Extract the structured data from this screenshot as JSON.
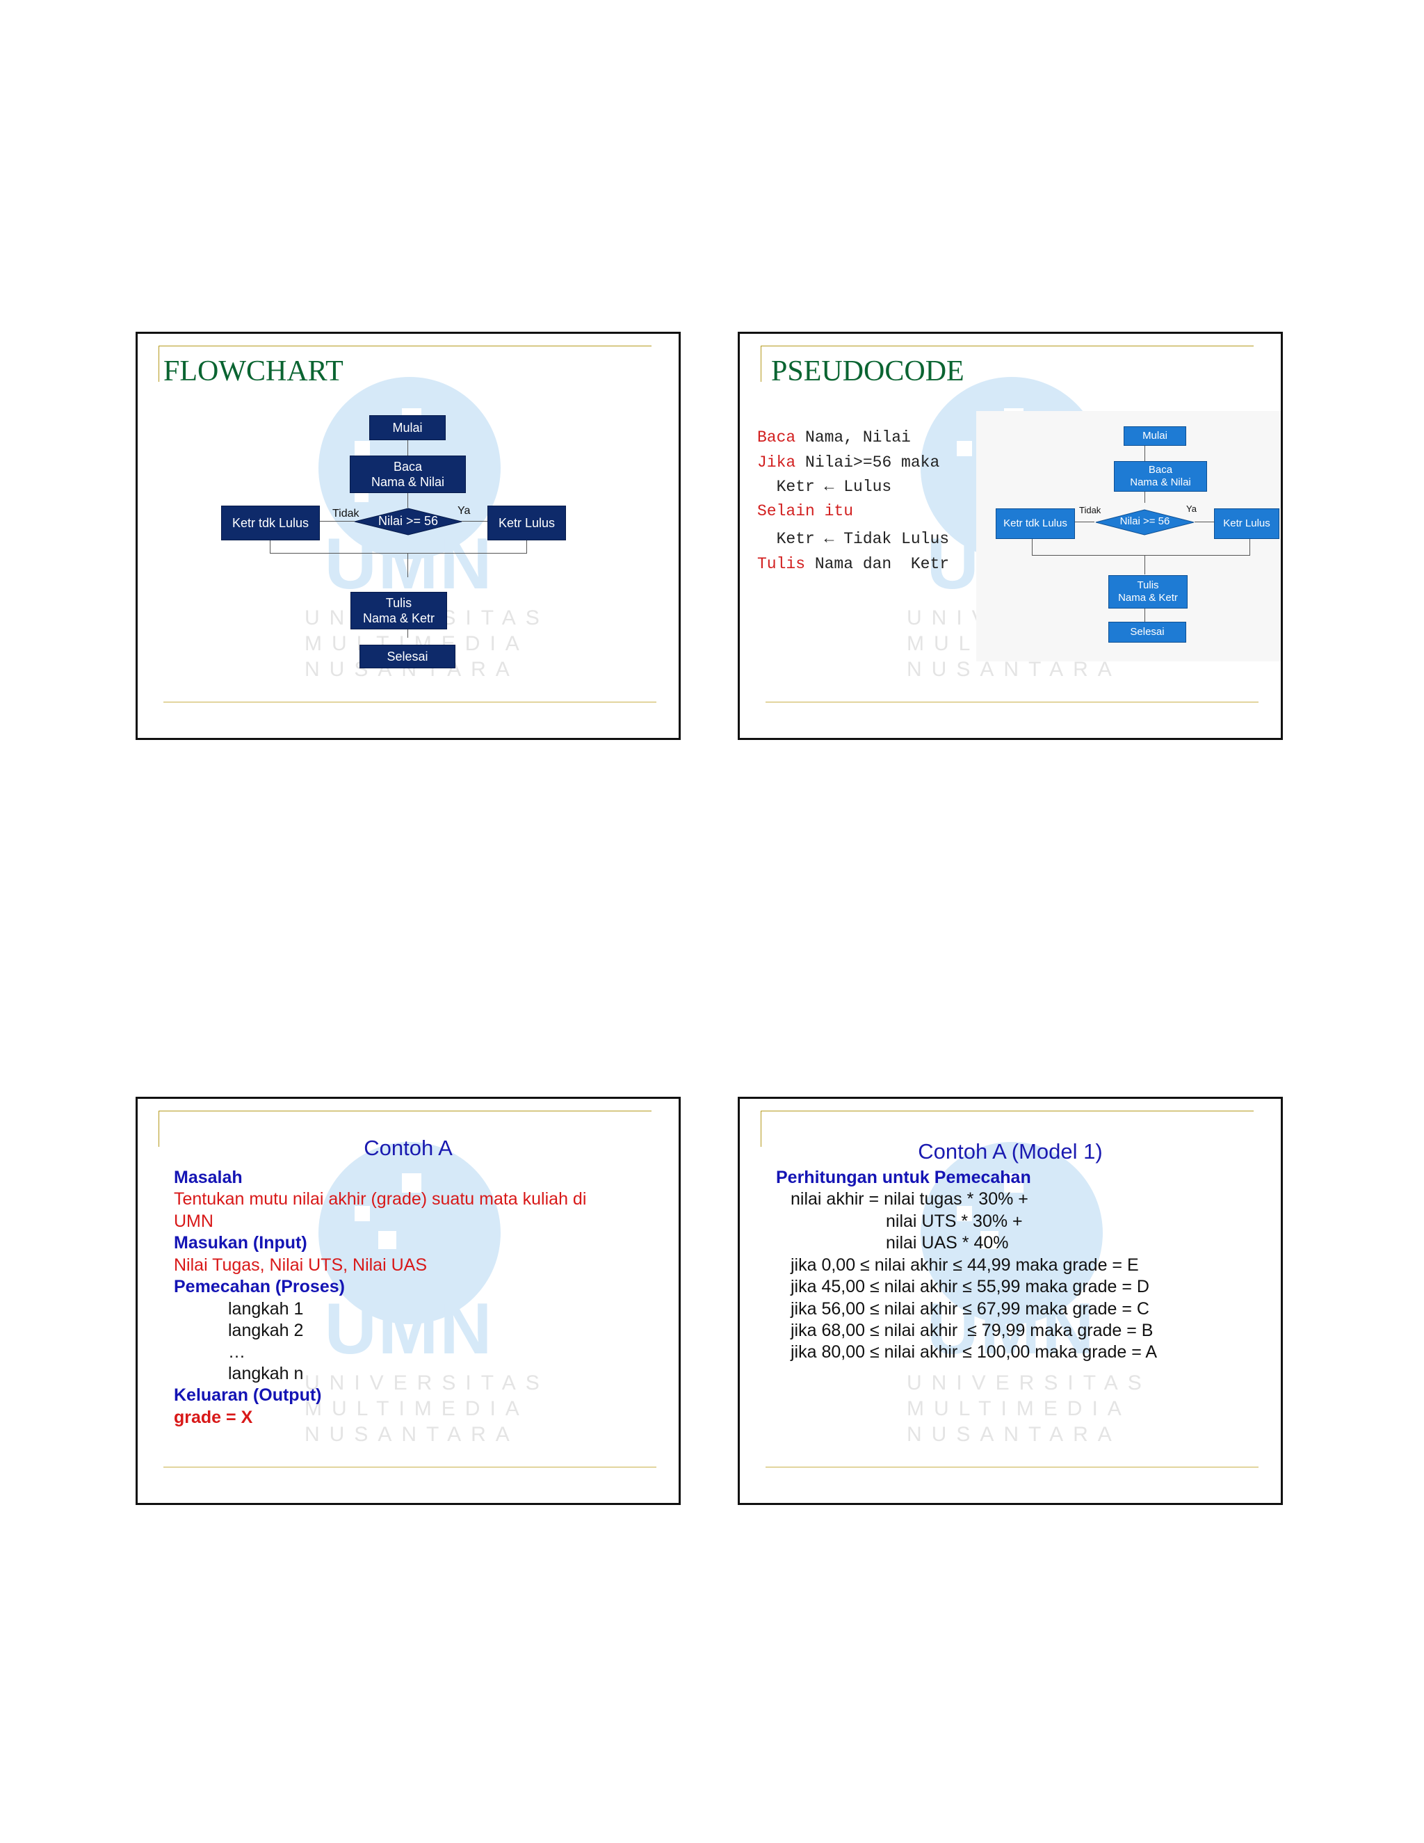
{
  "slide1": {
    "title": "FLOWCHART",
    "nodes": {
      "mulai": "Mulai",
      "baca_1": "Baca",
      "baca_2": "Nama & Nilai",
      "decision": "Nilai >= 56",
      "no_label": "Tidak",
      "yes_label": "Ya",
      "ketr_tdk": "Ketr tdk Lulus",
      "ketr_lulus": "Ketr Lulus",
      "tulis_1": "Tulis",
      "tulis_2": "Nama & Ketr",
      "selesai": "Selesai"
    }
  },
  "slide2": {
    "title": "PSEUDOCODE",
    "code": {
      "l1_kw": "Baca",
      "l1_rest": " Nama, Nilai",
      "l2_kw": "Jika",
      "l2_rest": " Nilai>=56 maka",
      "l3": "  Ketr ← Lulus",
      "l4_kw": "Selain itu",
      "l5": "  Ketr ← Tidak Lulus",
      "l6_kw": "Tulis",
      "l6_rest": " Nama dan  Ketr"
    },
    "nodes": {
      "mulai": "Mulai",
      "baca_1": "Baca",
      "baca_2": "Nama & Nilai",
      "decision": "Nilai >= 56",
      "no_label": "Tidak",
      "yes_label": "Ya",
      "ketr_tdk": "Ketr tdk Lulus",
      "ketr_lulus": "Ketr Lulus",
      "tulis_1": "Tulis",
      "tulis_2": "Nama & Ketr",
      "selesai": "Selesai"
    }
  },
  "slide3": {
    "title": "Contoh A",
    "masalah_h": "Masalah",
    "masalah_1": "Tentukan mutu nilai akhir (grade) suatu mata kuliah di",
    "masalah_2": "UMN",
    "masukan_h": "Masukan (Input)",
    "masukan": "Nilai Tugas, Nilai UTS, Nilai UAS",
    "pemecahan_h": "Pemecahan (Proses)",
    "step1": "langkah 1",
    "step2": "langkah 2",
    "dots": "…",
    "stepn": "langkah n",
    "keluaran_h": "Keluaran (Output)",
    "keluaran": "grade = X"
  },
  "slide4": {
    "title": "Contoh A (Model 1)",
    "heading": "Perhitungan untuk Pemecahan",
    "f1": "nilai akhir = nilai tugas * 30% +",
    "f2": "nilai UTS * 30% +",
    "f3": "nilai UAS * 40%",
    "r1": "jika 0,00 ≤ nilai akhir ≤ 44,99 maka grade = E",
    "r2": "jika 45,00 ≤ nilai akhir ≤ 55,99 maka grade = D",
    "r3": "jika 56,00 ≤ nilai akhir ≤ 67,99 maka grade = C",
    "r4": "jika 68,00 ≤ nilai akhir  ≤ 79,99 maka grade = B",
    "r5": "jika 80,00 ≤ nilai akhir ≤ 100,00 maka grade = A"
  },
  "watermark": {
    "logo": "UMN",
    "line1": "UNIVERSITAS",
    "line2": "MULTIMEDIA",
    "line3": "NUSANTARA"
  },
  "colors": {
    "frame": "#b59a1e",
    "title_green": "#0a6431",
    "title_blue": "#1a1ab0",
    "node_dark": "#0e2a6a",
    "node_blue": "#1e7bd4",
    "keyword_red": "#d22020"
  }
}
